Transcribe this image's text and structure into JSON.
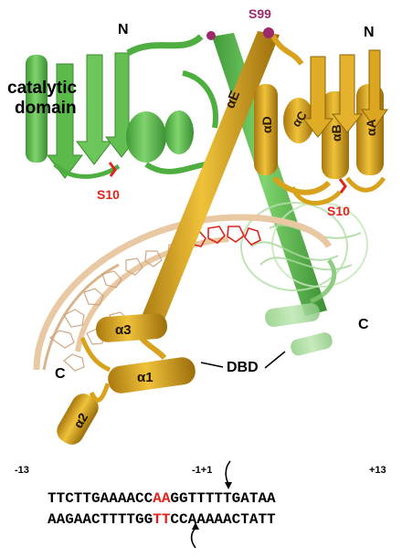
{
  "labels": {
    "catalytic_domain_line1": "catalytic",
    "catalytic_domain_line2": "domain",
    "n_left": "N",
    "n_right": "N",
    "s99": "S99",
    "s10_left": "S10",
    "s10_right": "S10",
    "alpha_e": "αE",
    "alpha_d": "αD",
    "alpha_c": "αC",
    "alpha_b": "αB",
    "alpha_a": "αA",
    "alpha_3": "α3",
    "alpha_1": "α1",
    "alpha_2": "α2",
    "dbd": "DBD",
    "c_left": "C",
    "c_right": "C"
  },
  "sequence": {
    "pos_left": "-13",
    "pos_mid": "-1+1",
    "pos_right": "+13",
    "top_pre": "TTCTTGAAAACC",
    "top_hl": "AA",
    "top_post": "GGTTTTTGATAA",
    "bottom_pre": "AAGAACTTTTGG",
    "bottom_hl": "TT",
    "bottom_post": "CCAAAAACTATT"
  },
  "colors": {
    "green": "#5dbb4e",
    "gold": "#d8a21c",
    "red": "#e0241c",
    "magenta": "#9b2a6c",
    "dna": "#e8c9a3"
  }
}
